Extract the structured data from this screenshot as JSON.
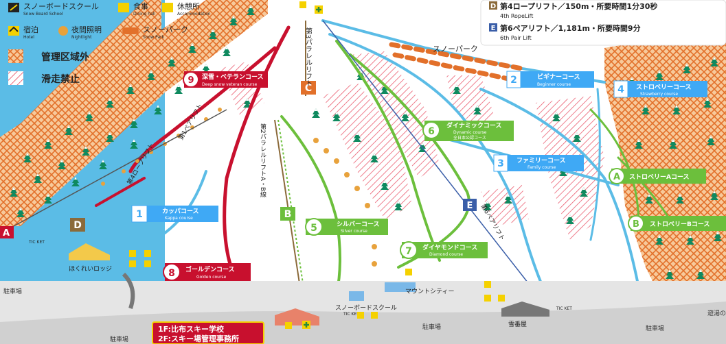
{
  "legend": {
    "snowboard_school": {
      "ja": "スノーボードスクール",
      "en": "Snow Board School"
    },
    "dining_hall": {
      "ja": "食事",
      "en": "Dining hall"
    },
    "rest_area": {
      "ja": "休憩所",
      "en": "Accommodation"
    },
    "hotel": {
      "ja": "宿泊",
      "en": "Hotel"
    },
    "nightlight": {
      "ja": "夜間照明",
      "en": "Nightlight"
    },
    "snow_park": {
      "ja": "スノーパーク",
      "en": "Snow Park"
    },
    "outside_area": "管理区域外",
    "no_skiing": "滑走禁止"
  },
  "lift_info": [
    {
      "letter": "D",
      "ja": "第4ロープリフト／150m・所要時間1分30秒",
      "en": "4th RopeLift"
    },
    {
      "letter": "E",
      "ja": "第6ペアリフト／1,181m・所要時間9分",
      "en": "6th Pair Lift"
    }
  ],
  "courses": [
    {
      "num": "9",
      "ja": "深雪・ベテランコース",
      "en": "Deep snow veteran course",
      "color": "#c8102e"
    },
    {
      "num": "2",
      "ja": "ビギナーコース",
      "en": "Beginner course",
      "color": "#3fa9f5"
    },
    {
      "num": "4",
      "ja": "ストロベリーコース",
      "en": "Strawberry course",
      "color": "#3fa9f5"
    },
    {
      "num": "6",
      "ja": "ダイナミックコース",
      "en": "Dynamic course",
      "extra": "全日本公認コース",
      "color": "#6cbf3c"
    },
    {
      "num": "3",
      "ja": "ファミリーコース",
      "en": "Family course",
      "color": "#3fa9f5"
    },
    {
      "num": "A",
      "ja": "ストロベリーAコース",
      "en": "",
      "color": "#6cbf3c"
    },
    {
      "num": "B",
      "ja": "ストロベリーBコース",
      "en": "",
      "color": "#6cbf3c"
    },
    {
      "num": "1",
      "ja": "カッパコース",
      "en": "Kappa course",
      "color": "#3fa9f5"
    },
    {
      "num": "5",
      "ja": "シルバーコース",
      "en": "Silver course",
      "color": "#6cbf3c"
    },
    {
      "num": "7",
      "ja": "ダイヤモンドコース",
      "en": "Diamond course",
      "color": "#6cbf3c"
    },
    {
      "num": "8",
      "ja": "ゴールデンコース",
      "en": "Golden course",
      "color": "#c8102e"
    }
  ],
  "lifts": {
    "c_label": "C",
    "c_name": "第3パラレルリフト",
    "b_label": "B",
    "b_name": "第2パラレルリフトA・B線",
    "d_label": "D",
    "d_name": "第4ロープリフト",
    "a_label": "A",
    "a_name": "第1ペアリフト",
    "e_label": "E",
    "e_name": "第6ペアリフト"
  },
  "snow_park_label": "スノーパーク",
  "buildings": {
    "hokurei_lodge": "ほくれいロッジ",
    "snowboard_school": "スノーボードスクール",
    "mount_city": "マウントシティー",
    "yukibanya": "雪番屋",
    "ticket": "TIC KET",
    "main_1f": "1F:比布スキー学校",
    "main_2f": "2F:スキー場管理事務所"
  },
  "parking": {
    "p1": "駐車場",
    "p2": "駐車場",
    "p3": "駐車場",
    "p4": "駐車場"
  },
  "right_edge_label": "遊湯の"
}
